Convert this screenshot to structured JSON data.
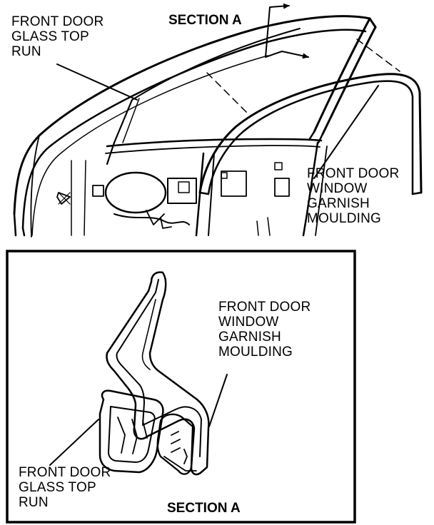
{
  "top_view": {
    "section_marker": "SECTION A",
    "label_top_run": [
      "FRONT DOOR",
      "GLASS TOP",
      "RUN"
    ],
    "label_garnish": [
      "FRONT DOOR",
      "WINDOW",
      "GARNISH",
      "MOULDING"
    ]
  },
  "detail_view": {
    "caption": "SECTION A",
    "label_garnish": [
      "FRONT DOOR",
      "WINDOW",
      "GARNISH",
      "MOULDING"
    ],
    "label_top_run": [
      "FRONT DOOR",
      "GLASS TOP",
      "RUN"
    ]
  },
  "colors": {
    "ink": "#000000",
    "paper": "#ffffff"
  }
}
